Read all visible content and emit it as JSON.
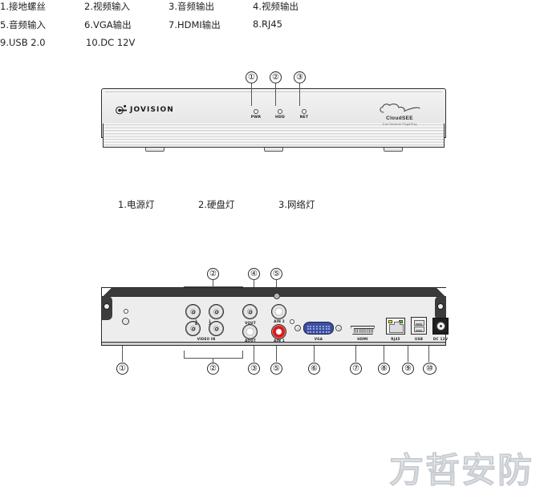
{
  "product": {
    "brand": "JOVISION",
    "cloud_logo": {
      "name": "CloudSEE",
      "tagline": "True Network Plug&Play",
      "icon": "cloud-icon"
    }
  },
  "front_panel": {
    "callouts": [
      "①",
      "②",
      "③"
    ],
    "leds": [
      {
        "label": "PWR",
        "callout": "①"
      },
      {
        "label": "HDD",
        "callout": "②"
      },
      {
        "label": "NET",
        "callout": "③"
      }
    ],
    "legend": [
      "1.电源灯",
      "2.硬盘灯",
      "3.网络灯"
    ]
  },
  "rear_panel": {
    "top_callouts": [
      "②",
      "④",
      "⑤"
    ],
    "bottom_callouts": [
      "①",
      "②",
      "③",
      "⑤",
      "⑥",
      "⑦",
      "⑧",
      "⑨",
      "⑩"
    ],
    "ports": {
      "video_in_group_label": "VIDEO IN",
      "bnc_numbers": [
        "3",
        "1",
        "4",
        "2"
      ],
      "vout": "VOUT",
      "aout": "AOUT",
      "ain2": "AIN 2",
      "ain1": "AIN 1",
      "vga": "VGA",
      "hdmi": "HDMI",
      "rj45": "RJ45",
      "usb": "USB",
      "dc": "DC 12V"
    },
    "legend": [
      "1.接地螺丝",
      "2.视频输入",
      "3.音频输出",
      "4.视频输出",
      "5.音频输入",
      "6.VGA输出",
      "7.HDMI输出",
      "8.RJ45",
      "9.USB 2.0",
      "10.DC 12V"
    ]
  },
  "watermark": {
    "text": "方哲安防"
  },
  "colors": {
    "vga_blue": "#3d4fa3",
    "rca_red": "#e02224",
    "panel_gray": "#ededed",
    "dark_trim": "#3a3a3a",
    "led_yellow": "#e9d72b",
    "led_green": "#3fbf3f"
  }
}
